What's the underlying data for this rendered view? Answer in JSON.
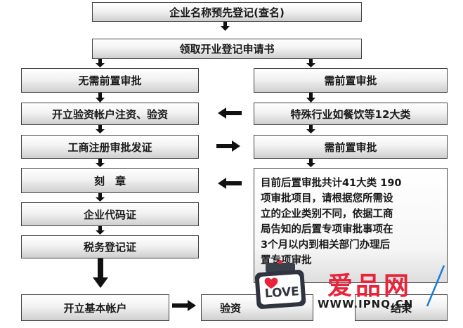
{
  "flow": {
    "step1": "企业名称预先登记(查名)",
    "step2": "领取开业登记申请书",
    "left": {
      "no_pre_approval": "无需前置审批",
      "open_account": "开立验资帐户注资、验资",
      "business_registration": "工商注册审批发证",
      "seal": "刻　章",
      "org_code": "企业代码证",
      "tax_registration": "税务登记证",
      "basic_account": "开立基本帐户"
    },
    "right": {
      "pre_approval": "需前置审批",
      "special_industry": "特殊行业如餐饮等12大类",
      "pre_approval_2": "需前置审批",
      "post_approval_lines": [
        "目前后置审批共计41大类 190",
        "项审批项目，请根据您所需设",
        "立的企业类别不同，依据工商",
        "局告知的后置专项审批事项在",
        "3个月以内到相关部门办理后",
        "置专项审批"
      ]
    },
    "bottom": {
      "verify": "验资",
      "final": "结束"
    }
  },
  "watermark": {
    "badge": "LOVE",
    "brand": "爱品网",
    "url": "WWW.IPNQ.CN",
    "brand_color": "#e8233a"
  }
}
